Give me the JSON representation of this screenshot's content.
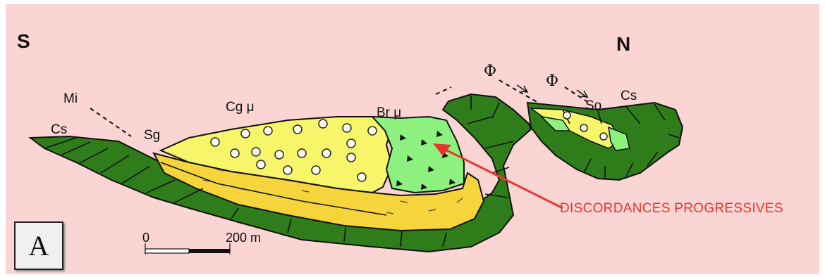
{
  "directions": {
    "south": "S",
    "north": "N"
  },
  "units": {
    "cs_left": "Cs",
    "mi": "Mi",
    "sg": "Sg",
    "cg": "Cg μ",
    "br": "Br μ",
    "so": "So",
    "cs_right": "Cs"
  },
  "fault_symbols": {
    "phi_1": "Φ",
    "phi_2": "Φ"
  },
  "annotation": "DISCORDANCES PROGRESSIVES",
  "scale_bar": {
    "zero": "0",
    "end": "200 m"
  },
  "panel_label": "A",
  "colors": {
    "background": "#fbd5d3",
    "limestone_green": "#2e7d1a",
    "conglomerate_yellow": "#f7f56a",
    "sandstone_orange": "#f5d43c",
    "breccia_green": "#8cf17e",
    "annotation_red": "#e8342f"
  }
}
